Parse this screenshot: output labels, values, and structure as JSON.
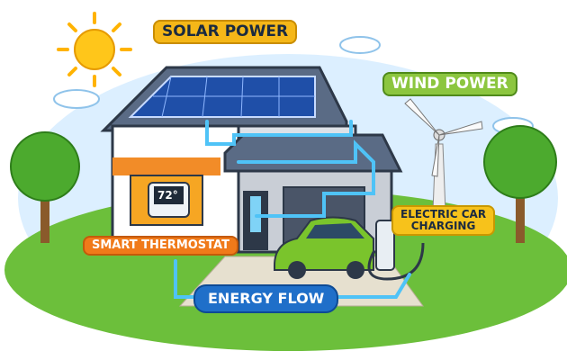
{
  "labels": {
    "solar": "SOLAR POWER",
    "wind": "WIND POWER",
    "thermostat": "SMART THERMOSTAT",
    "car_line1": "ELECTRIC CAR",
    "car_line2": "CHARGING",
    "flow": "ENERGY FLOW"
  },
  "thermostat_reading": "72°",
  "colors": {
    "solar_label": "#f5b718",
    "wind_label": "#8cc63f",
    "thermostat_label": "#f07a1a",
    "car_label": "#f7c21b",
    "flow_label": "#1f6fc9",
    "energy_line": "#4fc3f7",
    "car_body": "#7ac42c",
    "sky": "#dcefff",
    "grass": "#6cbf3b"
  }
}
